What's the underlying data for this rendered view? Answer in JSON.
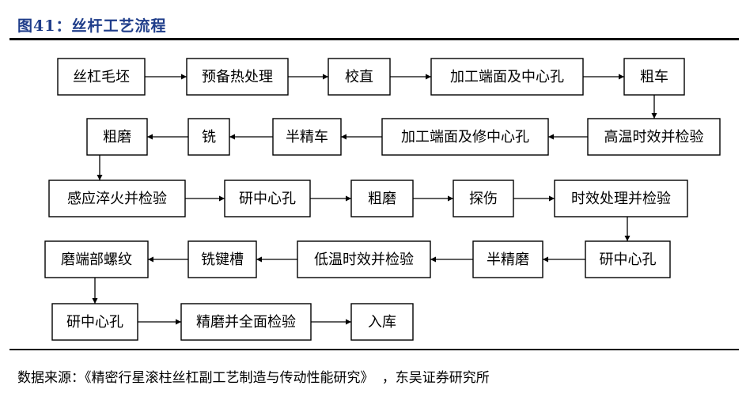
{
  "header": {
    "title": "图41：丝杆工艺流程"
  },
  "footer": {
    "source": "数据来源：《精密行星滚柱丝杠副工艺制造与传动性能研究》 ，东吴证券研究所"
  },
  "diagram": {
    "nodes": [
      {
        "id": "n1",
        "label": "丝杠毛坯"
      },
      {
        "id": "n2",
        "label": "预备热处理"
      },
      {
        "id": "n3",
        "label": "校直"
      },
      {
        "id": "n4",
        "label": "加工端面及中心孔"
      },
      {
        "id": "n5",
        "label": "粗车"
      },
      {
        "id": "n6",
        "label": "高温时效并检验"
      },
      {
        "id": "n7",
        "label": "加工端面及修中心孔"
      },
      {
        "id": "n8",
        "label": "半精车"
      },
      {
        "id": "n9",
        "label": "铣"
      },
      {
        "id": "n10",
        "label": "粗磨"
      },
      {
        "id": "n11",
        "label": "感应淬火并检验"
      },
      {
        "id": "n12",
        "label": "研中心孔"
      },
      {
        "id": "n13",
        "label": "粗磨"
      },
      {
        "id": "n14",
        "label": "探伤"
      },
      {
        "id": "n15",
        "label": "时效处理并检验"
      },
      {
        "id": "n16",
        "label": "研中心孔"
      },
      {
        "id": "n17",
        "label": "半精磨"
      },
      {
        "id": "n18",
        "label": "低温时效并检验"
      },
      {
        "id": "n19",
        "label": "铣键槽"
      },
      {
        "id": "n20",
        "label": "磨端部螺纹"
      },
      {
        "id": "n21",
        "label": "研中心孔"
      },
      {
        "id": "n22",
        "label": "精磨并全面检验"
      },
      {
        "id": "n23",
        "label": "入库"
      }
    ],
    "edges": [
      [
        "n1",
        "n2"
      ],
      [
        "n2",
        "n3"
      ],
      [
        "n3",
        "n4"
      ],
      [
        "n4",
        "n5"
      ],
      [
        "n5",
        "n6"
      ],
      [
        "n6",
        "n7"
      ],
      [
        "n7",
        "n8"
      ],
      [
        "n8",
        "n9"
      ],
      [
        "n9",
        "n10"
      ],
      [
        "n10",
        "n11"
      ],
      [
        "n11",
        "n12"
      ],
      [
        "n12",
        "n13"
      ],
      [
        "n13",
        "n14"
      ],
      [
        "n14",
        "n15"
      ],
      [
        "n15",
        "n16"
      ],
      [
        "n16",
        "n17"
      ],
      [
        "n17",
        "n18"
      ],
      [
        "n18",
        "n19"
      ],
      [
        "n19",
        "n20"
      ],
      [
        "n20",
        "n21"
      ],
      [
        "n21",
        "n22"
      ],
      [
        "n22",
        "n23"
      ]
    ]
  }
}
